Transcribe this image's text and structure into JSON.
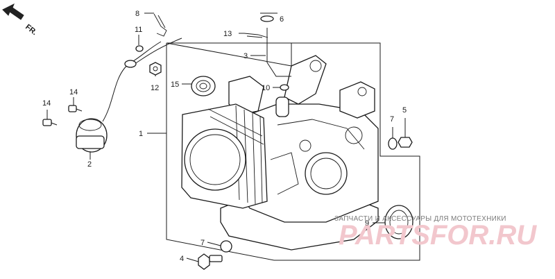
{
  "direction": {
    "label": "FR."
  },
  "callouts": [
    "1",
    "2",
    "3",
    "4",
    "5",
    "6",
    "7",
    "7",
    "8",
    "9",
    "10",
    "11",
    "12",
    "13",
    "14",
    "14",
    "15"
  ],
  "watermark": {
    "caption": "ЗАПЧАСТИ И АКСЕССУАРЫ ДЛЯ МОТОТЕХНИКИ",
    "brand": "PARTSFOR.RU"
  },
  "colors": {
    "line": "#1a1a1a",
    "watermark_brand": "#f2c7cd",
    "watermark_caption": "#7a7a7a"
  }
}
